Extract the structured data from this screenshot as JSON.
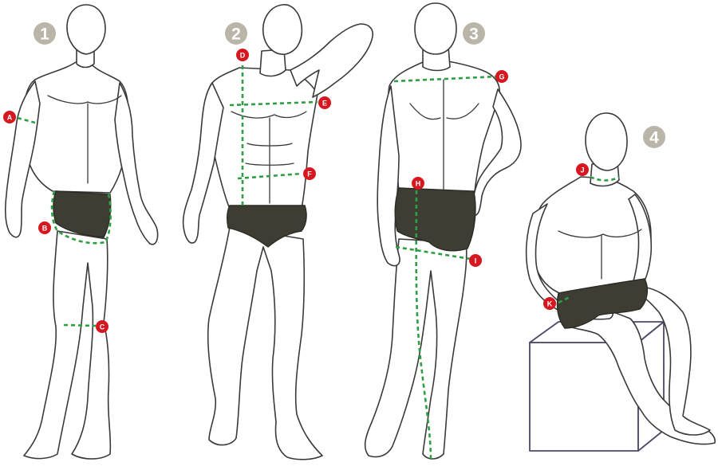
{
  "colors": {
    "badge": "#b9b5a8",
    "marker": "#d7171f",
    "measure_line": "#2e9e44",
    "garment": "#3d3d33",
    "outline": "#3a3a3a",
    "box": "#4a4a6a"
  },
  "figures": [
    {
      "badge": "1",
      "markers": [
        "A",
        "B",
        "C"
      ]
    },
    {
      "badge": "2",
      "markers": [
        "D",
        "E",
        "F"
      ]
    },
    {
      "badge": "3",
      "markers": [
        "G",
        "H",
        "I"
      ]
    },
    {
      "badge": "4",
      "markers": [
        "J",
        "K"
      ]
    }
  ]
}
